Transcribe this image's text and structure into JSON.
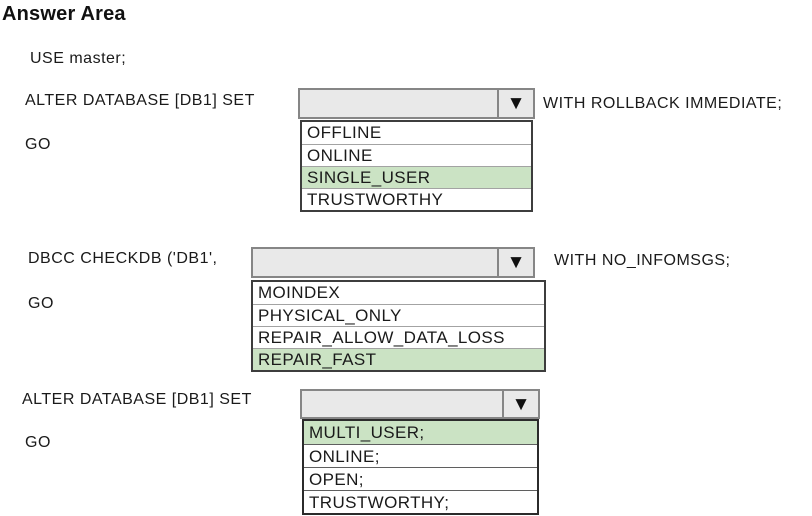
{
  "title": "Answer Area",
  "colors": {
    "highlight_green": "#cbe3c4",
    "combo_fill": "#e9e9e9"
  },
  "icons": {
    "dropdown_arrow_glyph": "▼"
  },
  "statements": {
    "use_master": "USE master;",
    "block1": {
      "label": "ALTER DATABASE [DB1] SET",
      "go": "GO",
      "suffix": "WITH ROLLBACK IMMEDIATE;",
      "dropdown": {
        "value": "",
        "options": [
          {
            "label": "OFFLINE",
            "selected": false
          },
          {
            "label": "ONLINE",
            "selected": false
          },
          {
            "label": "SINGLE_USER",
            "selected": true
          },
          {
            "label": "TRUSTWORTHY",
            "selected": false
          }
        ]
      }
    },
    "block2": {
      "label": "DBCC CHECKDB ('DB1',",
      "go": "GO",
      "suffix": "WITH NO_INFOMSGS;",
      "dropdown": {
        "value": "",
        "options": [
          {
            "label": "MOINDEX",
            "selected": false
          },
          {
            "label": "PHYSICAL_ONLY",
            "selected": false
          },
          {
            "label": "REPAIR_ALLOW_DATA_LOSS",
            "selected": false
          },
          {
            "label": "REPAIR_FAST",
            "selected": true
          }
        ]
      }
    },
    "block3": {
      "label": "ALTER DATABASE [DB1] SET",
      "go": "GO",
      "dropdown": {
        "value": "",
        "options": [
          {
            "label": "MULTI_USER;",
            "selected": true
          },
          {
            "label": "ONLINE;",
            "selected": false
          },
          {
            "label": "OPEN;",
            "selected": false
          },
          {
            "label": "TRUSTWORTHY;",
            "selected": false
          }
        ]
      }
    }
  }
}
